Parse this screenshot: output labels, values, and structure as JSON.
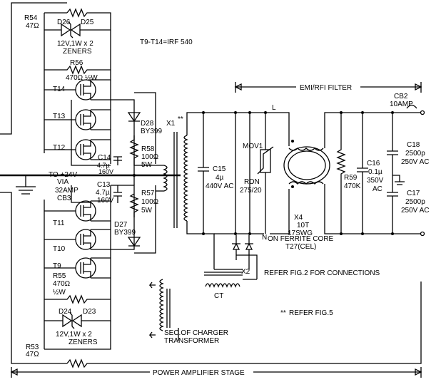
{
  "title_note": "T9-T14=IRF 540",
  "emi_filter_label": "EMI/RFI FILTER",
  "power_stage_label": "POWER  AMPLIFIER STAGE",
  "refer_fig2": "REFER FIG.2 FOR CONNECTIONS",
  "refer_fig5": "REFER FIG.5",
  "refer_fig5_mark": "**",
  "charger_label": [
    "SEC.OF  CHARGER",
    "TRANSFORMER"
  ],
  "components": {
    "r54": [
      "R54",
      "47Ω"
    ],
    "d26": "D26",
    "d25": "D25",
    "zeners_top": [
      "12V,1W x 2",
      "ZENERS"
    ],
    "r56": [
      "R56",
      "470Ω  ½W"
    ],
    "t14": "T14",
    "t13": "T13",
    "t12": "T12",
    "t11": "T11",
    "t10": "T10",
    "t9": "T9",
    "d28": [
      "D28",
      "BY399"
    ],
    "r58": [
      "R58",
      "100Ω",
      "5W"
    ],
    "c14": [
      "C14",
      "4.7µ",
      "160V"
    ],
    "c13": [
      "C13",
      "4.7µ",
      "160V"
    ],
    "r57": [
      "R57",
      "100Ω",
      "5W"
    ],
    "d27": [
      "D27",
      "BY399"
    ],
    "to24v": [
      "TO +24V",
      "VIA",
      "32AMP",
      "CB3"
    ],
    "r55": [
      "R55",
      "470Ω",
      "½W"
    ],
    "d24": "D24",
    "d23": "D23",
    "zeners_bot": [
      "12V,1W x 2",
      "ZENERS"
    ],
    "r53": [
      "R53",
      "47Ω"
    ],
    "x1": "X1",
    "x1_mark": "**",
    "c15": [
      "C15",
      "4µ",
      "440V AC"
    ],
    "mov1": "MOV1",
    "rdn": [
      "RDN",
      "275/20"
    ],
    "l": "L",
    "n": "N",
    "x4": [
      "X4",
      "10T",
      "17SWG",
      "ON FERRITE CORE",
      "T27(CEL)"
    ],
    "r59": [
      "R59",
      "470K"
    ],
    "c16": [
      "C16",
      "0.1µ",
      "350V",
      "AC"
    ],
    "c18": [
      "C18",
      "2500p",
      "250V AC"
    ],
    "c17": [
      "C17",
      "2500p",
      "250V AC"
    ],
    "cb2": [
      "CB2",
      "10AMP"
    ],
    "x2": "X2",
    "ct": "CT"
  }
}
